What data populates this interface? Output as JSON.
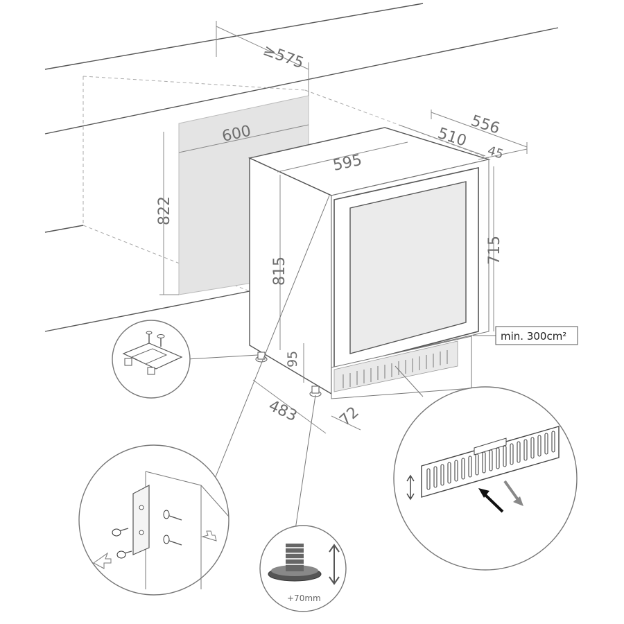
{
  "dimensions": {
    "niche_depth": "≥575",
    "niche_width": "600",
    "niche_height": "822",
    "unit_width": "595",
    "unit_height": "815",
    "total_depth": "556",
    "body_depth": "510",
    "door_depth": "45",
    "door_height": "715",
    "plinth_height": "95",
    "plinth_depth": "483",
    "plinth_offset": "72"
  },
  "ventilation_label": "min. 300cm²",
  "foot_adjust_label": "+70mm",
  "icons": [
    "bracket-detail-icon",
    "screw-mount-icon",
    "adjustable-foot-icon",
    "vent-grille-icon",
    "airflow-arrows-icon"
  ]
}
